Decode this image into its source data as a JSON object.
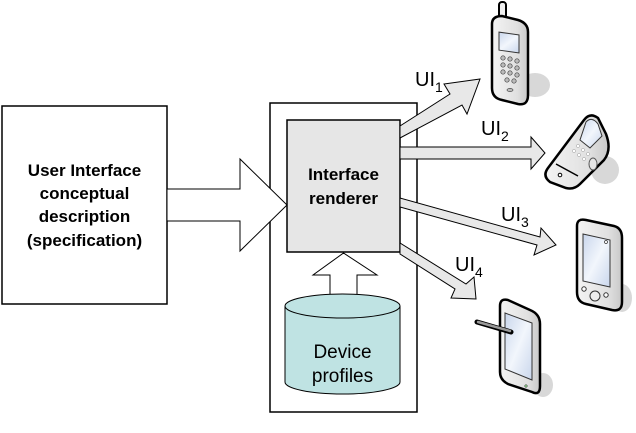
{
  "diagram": {
    "spec_box": {
      "lines": [
        "User Interface",
        "conceptual",
        "description",
        "(specification)"
      ]
    },
    "renderer_box": {
      "lines": [
        "Interface",
        "renderer"
      ]
    },
    "device_profiles": {
      "lines": [
        "Device",
        "profiles"
      ]
    },
    "outputs": [
      {
        "label": "UI",
        "subscript": "1",
        "device": "cell-phone"
      },
      {
        "label": "UI",
        "subscript": "2",
        "device": "flip-phone"
      },
      {
        "label": "UI",
        "subscript": "3",
        "device": "pda"
      },
      {
        "label": "UI",
        "subscript": "4",
        "device": "tablet-with-stylus"
      }
    ],
    "colors": {
      "renderer_fill": "#e6e6e6",
      "cylinder_fill": "#bfe3e3",
      "arrow_fill": "#e8e8e8",
      "stroke": "#000000"
    }
  }
}
